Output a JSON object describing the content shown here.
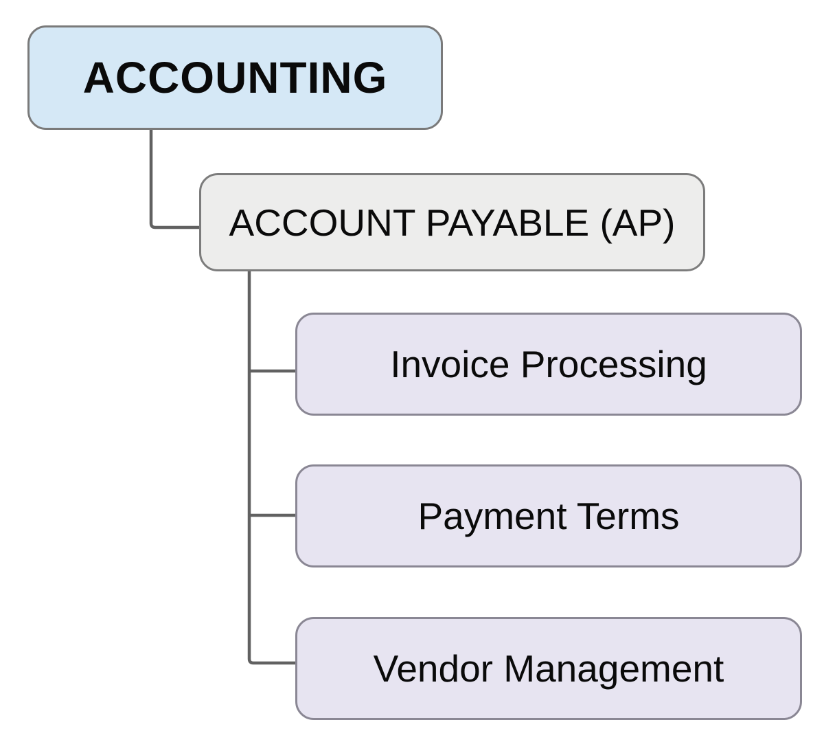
{
  "page": {
    "background_color": "#ffffff"
  },
  "diagram": {
    "type": "hierarchy-tree",
    "connector_color": "#616161",
    "text_color": "#0a0a0a",
    "root": {
      "label": "ACCOUNTING",
      "fill": "#d5e8f6",
      "border": "#7a7a7a"
    },
    "ap": {
      "label": "ACCOUNT PAYABLE (AP)",
      "fill": "#ededec",
      "border": "#7c7c7c"
    },
    "children": [
      {
        "label": "Invoice Processing",
        "fill": "#e7e4f1",
        "border": "#8a8794"
      },
      {
        "label": "Payment Terms",
        "fill": "#e7e4f1",
        "border": "#8a8794"
      },
      {
        "label": "Vendor Management",
        "fill": "#e7e4f1",
        "border": "#8a8794"
      }
    ]
  }
}
